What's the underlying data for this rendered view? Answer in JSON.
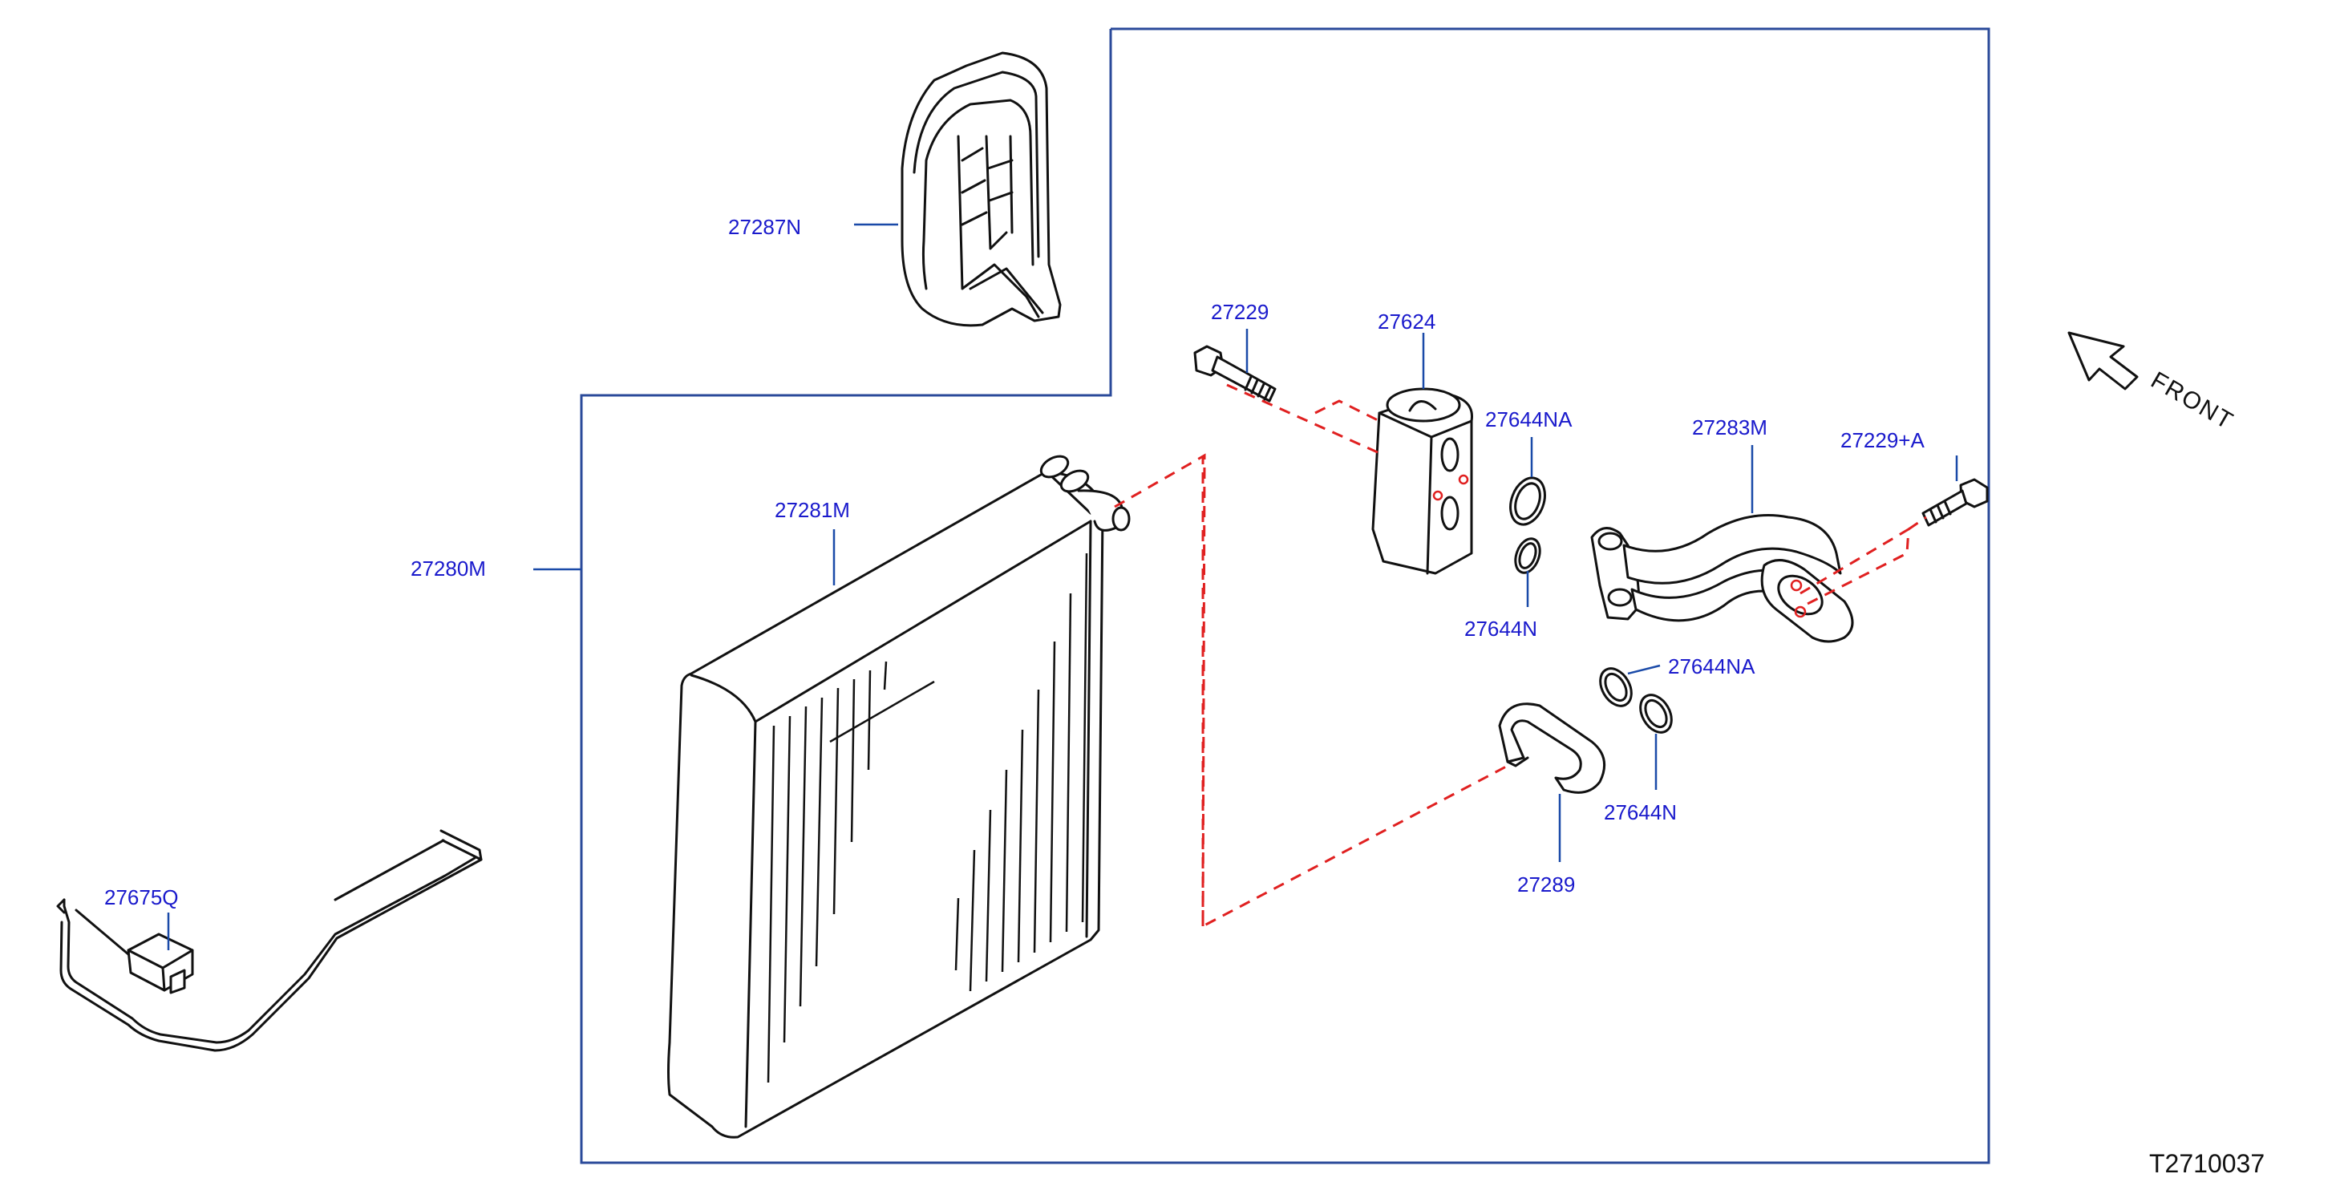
{
  "diagram": {
    "labels": {
      "p27287N": "27287N",
      "p27280M": "27280M",
      "p27281M": "27281M",
      "p27229": "27229",
      "p27624": "27624",
      "p27644NA_top": "27644NA",
      "p27644N_top": "27644N",
      "p27283M": "27283M",
      "p27229A": "27229+A",
      "p27644NA_bottom": "27644NA",
      "p27644N_bottom": "27644N",
      "p27289": "27289",
      "p27675Q": "27675Q"
    },
    "direction_label": "FRONT",
    "reference_code": "T2710037",
    "colors": {
      "label": "#1a1acc",
      "leader": "#1a4aa8",
      "frame": "#2a4a9a",
      "dashed_guide": "#e02020",
      "line_art": "#111111"
    }
  }
}
